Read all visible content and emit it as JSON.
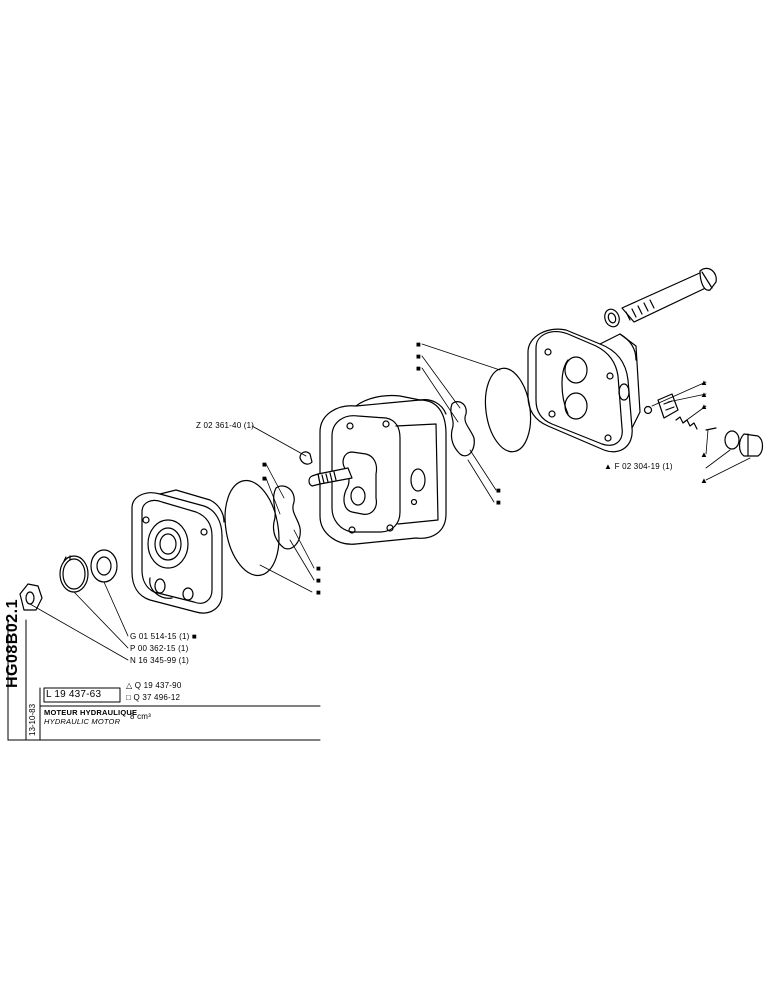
{
  "sheet": {
    "code": "HG08B02.1",
    "date": "13-10-83",
    "part_number": "L 19 437-63",
    "title_fr": "MOTEUR HYDRAULIQUE",
    "title_en": "HYDRAULIC MOTOR",
    "capacity": "8 cm³",
    "variant_triangle": "Q 19 437-90",
    "variant_square": "Q 37 496-12"
  },
  "callouts": {
    "key": "Z 02 361-40 (1)",
    "circlip": "G 01 514-15 (1)",
    "seal": "P 00 362-15 (1)",
    "nut": "N 16 345-99 (1)",
    "plug": "F 02 304-19 (1)"
  },
  "symbols": {
    "square": "■",
    "triangle": "▲",
    "open_triangle": "△",
    "open_square": "□"
  }
}
